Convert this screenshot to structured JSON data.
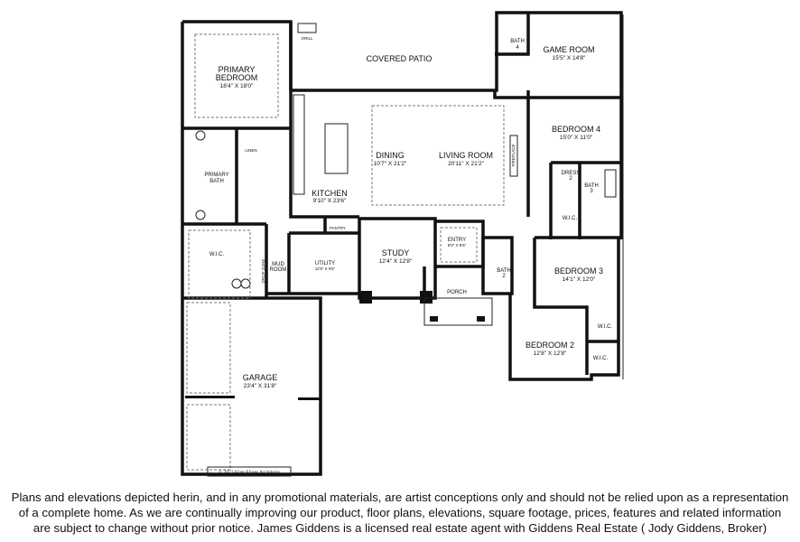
{
  "rooms": {
    "covered_patio": {
      "name": "COVERED PATIO"
    },
    "grill": {
      "name": "GRILL"
    },
    "primary_bedroom": {
      "name1": "PRIMARY",
      "name2": "BEDROOM",
      "dims": "18'4\" X 18'0\""
    },
    "primary_bath": {
      "name1": "PRIMARY",
      "name2": "BATH"
    },
    "linen": {
      "name": "LINEN"
    },
    "kitchen": {
      "name": "KITCHEN",
      "dims": "9'10\" X 23'6\""
    },
    "dining": {
      "name": "DINING",
      "dims": "10'7\" X 21'2\""
    },
    "living_room": {
      "name": "LIVING ROOM",
      "dims": "20'11\" X 21'2\""
    },
    "fireplace": {
      "name": "FIREPLACE"
    },
    "game_room": {
      "name": "GAME ROOM",
      "dims": "15'5\" X 14'8\""
    },
    "bath4": {
      "name": "BATH",
      "num": "4"
    },
    "bedroom4": {
      "name": "BEDROOM 4",
      "dims": "15'0\" X 11'0\""
    },
    "dress2": {
      "name": "DRESS",
      "num": "2"
    },
    "bath3": {
      "name": "BATH",
      "num": "3"
    },
    "wic_bed4": {
      "name": "W.I.C."
    },
    "bedroom3": {
      "name": "BEDROOM 3",
      "dims": "14'1\" X 12'0\""
    },
    "wic_bed3": {
      "name": "W.I.C."
    },
    "bedroom2": {
      "name": "BEDROOM 2",
      "dims": "12'8\" X 12'8\""
    },
    "wic_bed2": {
      "name": "W.I.C."
    },
    "bath2": {
      "name": "BATH",
      "num": "2"
    },
    "study": {
      "name": "STUDY",
      "dims": "12'4\" X 12'8\""
    },
    "entry": {
      "name": "ENTRY",
      "dims": "8'0\" X 8'5\""
    },
    "porch": {
      "name": "PORCH"
    },
    "pantry": {
      "name": "PANTRY"
    },
    "utility": {
      "name": "UTILITY",
      "dims": "11'9\" X 9'6\""
    },
    "mud_room": {
      "name1": "MUD",
      "name2": "ROOM"
    },
    "drop_zone": {
      "name": "DROP ZONE"
    },
    "primary_wic": {
      "name": "W.I.C."
    },
    "garage": {
      "name": "GARAGE",
      "dims": "23'4\" X 31'8\""
    }
  },
  "copyright": "© 2023 Kipp Flores Architects",
  "disclaimer": {
    "line1": "Plans and elevations depicted herin, and in any promotional materials, are artist conceptions only and should not be relied upon as a representation",
    "line2": "of a complete home.  As we are continually improving our product, floor plans, elevations, square footage, prices, features and related information",
    "line3": "are subject to change without prior notice. James Giddens is a licensed real estate agent with Giddens Real Estate ( Jody Giddens, Broker)"
  }
}
